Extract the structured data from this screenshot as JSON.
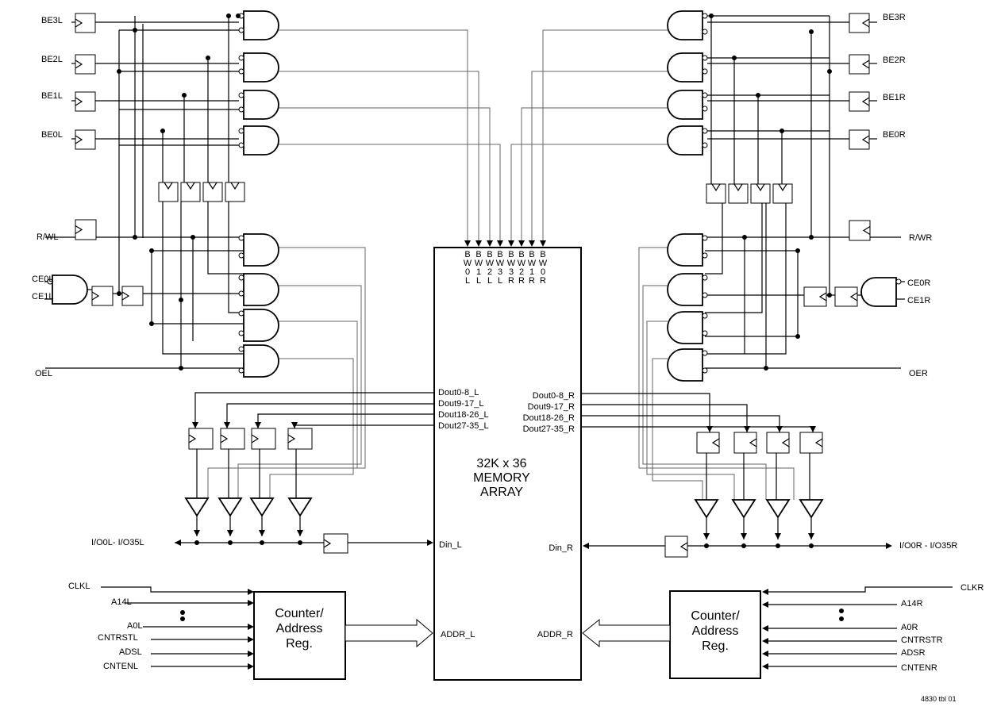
{
  "left": {
    "be_signals": [
      "BE3L",
      "BE2L",
      "BE1L",
      "BE0L"
    ],
    "rw": "R/WL",
    "ce0": "CE0L",
    "ce1": "CE1L",
    "oe": "OEL",
    "io": "I/O0L- I/O35L",
    "clk": "CLKL",
    "a_high": "A14L",
    "a_low": "A0L",
    "cntrst": "CNTRSTL",
    "ads": "ADSL",
    "cnten": "CNTENL",
    "counter_lines": [
      "Counter/",
      "Address",
      "Reg."
    ]
  },
  "right": {
    "be_signals": [
      "BE3R",
      "BE2R",
      "BE1R",
      "BE0R"
    ],
    "rw": "R/WR",
    "ce0": "CE0R",
    "ce1": "CE1R",
    "oe": "OER",
    "io": "I/O0R - I/O35R",
    "clk": "CLKR",
    "a_high": "A14R",
    "a_low": "A0R",
    "cntrst": "CNTRSTR",
    "ads": "ADSR",
    "cnten": "CNTENR",
    "counter_lines": [
      "Counter/",
      "Address",
      "Reg."
    ]
  },
  "memory": {
    "title_lines": [
      "32K x 36",
      "MEMORY",
      "ARRAY"
    ],
    "bw_labels": [
      [
        "B",
        "W",
        "0",
        "L"
      ],
      [
        "B",
        "W",
        "1",
        "L"
      ],
      [
        "B",
        "W",
        "2",
        "L"
      ],
      [
        "B",
        "W",
        "3",
        "L"
      ],
      [
        "B",
        "W",
        "3",
        "R"
      ],
      [
        "B",
        "W",
        "2",
        "R"
      ],
      [
        "B",
        "W",
        "1",
        "R"
      ],
      [
        "B",
        "W",
        "0",
        "R"
      ]
    ],
    "dout_left": [
      "Dout0-8_L",
      "Dout9-17_L",
      "Dout18-26_L",
      "Dout27-35_L"
    ],
    "dout_right": [
      "Dout0-8_R",
      "Dout9-17_R",
      "Dout18-26_R",
      "Dout27-35_R"
    ],
    "din_left": "Din_L",
    "din_right": "Din_R",
    "addr_left": "ADDR_L",
    "addr_right": "ADDR_R"
  },
  "figure_code": "4830 tbl 01"
}
